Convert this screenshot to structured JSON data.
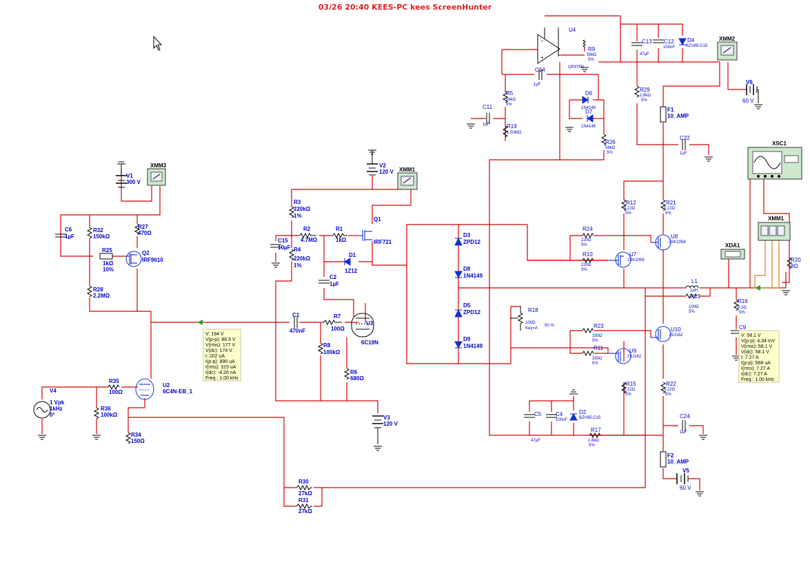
{
  "header": "03/26  20:40  KEES-PC  kees  ScreenHunter",
  "components": {
    "V1": {
      "ref": "V1",
      "value": "300 V"
    },
    "V2": {
      "ref": "V2",
      "value": "120 V"
    },
    "V3": {
      "ref": "V3",
      "value": "120 V"
    },
    "V4": {
      "ref": "V4",
      "l1": "1 Vpk",
      "l2": "1kHz",
      "l3": "0°"
    },
    "V5": {
      "ref": "V5",
      "value": "60 V"
    },
    "V6": {
      "ref": "V6",
      "value": "60 V"
    },
    "C6": {
      "ref": "C6",
      "value": "1µF"
    },
    "C15": {
      "ref": "C15",
      "value": "10µF"
    },
    "C1": {
      "ref": "C1",
      "value": "470nF"
    },
    "C2": {
      "ref": "C2",
      "value": "1µF"
    },
    "C11": {
      "ref": "C11",
      "value": "1µF"
    },
    "C14": {
      "ref": "C14",
      "value": "1µF"
    },
    "C13": {
      "ref": "C13",
      "value": "47µF"
    },
    "C12": {
      "ref": "C12",
      "value": "100nF"
    },
    "C22": {
      "ref": "C22",
      "value": "1µF"
    },
    "C5": {
      "ref": "C5",
      "value": "47µF"
    },
    "C4": {
      "ref": "C4",
      "value": "100nF"
    },
    "C24": {
      "ref": "C24",
      "value": "1µF"
    },
    "C9": {
      "ref": "C9",
      "value": ""
    },
    "R32": {
      "ref": "R32",
      "value": "150kΩ"
    },
    "R27": {
      "ref": "R27",
      "value": "470Ω"
    },
    "R25": {
      "ref": "R25",
      "value": "1kΩ",
      "tol": "10%"
    },
    "R28": {
      "ref": "R28",
      "value": "2.2MΩ"
    },
    "R35": {
      "ref": "R35",
      "value": "100Ω"
    },
    "R36": {
      "ref": "R36",
      "value": "100kΩ"
    },
    "R34": {
      "ref": "R34",
      "value": "150Ω"
    },
    "R30": {
      "ref": "R30",
      "value": "27kΩ"
    },
    "R31": {
      "ref": "R31",
      "value": "27kΩ"
    },
    "R3": {
      "ref": "R3",
      "value": "220kΩ",
      "tol": "1%"
    },
    "R4": {
      "ref": "R4",
      "value": "220kΩ",
      "tol": "1%"
    },
    "R2": {
      "ref": "R2",
      "value": "4.7MΩ"
    },
    "R1": {
      "ref": "R1",
      "value": "1kΩ"
    },
    "R7": {
      "ref": "R7",
      "value": "100Ω"
    },
    "R8": {
      "ref": "R8",
      "value": "100kΩ"
    },
    "R6": {
      "ref": "R6",
      "value": "680Ω"
    },
    "R5": {
      "ref": "R5",
      "value": "56kΩ",
      "tol": "5%"
    },
    "R19": {
      "ref": "R19",
      "value": "1.00MΩ"
    },
    "R9": {
      "ref": "R9",
      "value": "56kΩ",
      "tol": "5%"
    },
    "R29": {
      "ref": "R29",
      "value": "1.8kΩ",
      "tol": "5%"
    },
    "R26": {
      "ref": "R26",
      "value": "56kΩ",
      "tol": "5%"
    },
    "R12": {
      "ref": "R12",
      "value": "0.22Ω",
      "tol": "5%"
    },
    "R21": {
      "ref": "R21",
      "value": "0.22Ω",
      "tol": "5%"
    },
    "R24": {
      "ref": "R24",
      "value": "220Ω",
      "tol": "5%"
    },
    "R10": {
      "ref": "R10",
      "value": "220Ω",
      "tol": "5%"
    },
    "R13": {
      "ref": "R13",
      "value": "100Ω",
      "tol": "5%"
    },
    "R18": {
      "ref": "R18",
      "value": "100Ω",
      "key": "Key=A",
      "pct": "50 %"
    },
    "R23": {
      "ref": "R23",
      "value": "330Ω",
      "tol": "5%"
    },
    "R11": {
      "ref": "R11",
      "value": "330Ω",
      "tol": "5%"
    },
    "R15": {
      "ref": "R15",
      "value": "0.22Ω",
      "tol": "5%"
    },
    "R22": {
      "ref": "R22",
      "value": "0.22Ω",
      "tol": "5%"
    },
    "R17": {
      "ref": "R17",
      "value": "1.8kΩ",
      "tol": "5%"
    },
    "R16": {
      "ref": "R16",
      "value": "8.2Ω",
      "tol": "5%"
    },
    "R20": {
      "ref": "R20",
      "value": "8Ω"
    },
    "L1": {
      "ref": "L1",
      "value": "1µH"
    },
    "F1": {
      "ref": "F1",
      "value": "10_AMP"
    },
    "F2": {
      "ref": "F2",
      "value": "10_AMP"
    },
    "D1": {
      "ref": "D1",
      "value": "1Z12"
    },
    "D2": {
      "ref": "D2",
      "value": "BZV85-C15"
    },
    "D3": {
      "ref": "D3",
      "value": "ZPD12"
    },
    "D4": {
      "ref": "D4",
      "value": "BZV85-C15"
    },
    "D5": {
      "ref": "D5",
      "value": "ZPD12"
    },
    "D6": {
      "ref": "D6",
      "value": "1N4148"
    },
    "D7": {
      "ref": "D7",
      "value": "1N4148"
    },
    "D8": {
      "ref": "D8",
      "value": "1N4149"
    },
    "D9": {
      "ref": "D9",
      "value": "1N4149"
    },
    "Q1": {
      "ref": "Q1",
      "value": "IRF721"
    },
    "Q2": {
      "ref": "Q2",
      "value": "IRF9610"
    },
    "U2": {
      "ref": "U2",
      "value": "6C4N-EB_1"
    },
    "U3": {
      "ref": "U3",
      "value": "6C19N"
    },
    "U4": {
      "ref": "U4",
      "value": "OP97FP"
    },
    "U7": {
      "ref": "U7",
      "value": "2SK1058"
    },
    "U8": {
      "ref": "U8",
      "value": "2SK1058"
    },
    "U9": {
      "ref": "U9",
      "value": "2SJ162"
    },
    "U10": {
      "ref": "U10",
      "value": "2SJ162"
    }
  },
  "instruments": {
    "XMM1": "XMM1",
    "XMM2": "XMM2",
    "XMM3": "XMM3",
    "XSC1": "XSC1",
    "XDA1": "XDA1"
  },
  "probe1": {
    "lines": [
      "V: 194 V",
      "V(p-p): 88.9 V",
      "V(rms): 177 V",
      "V(dc): 174 V",
      "I: 202 uA",
      "I(p-p): 890 uA",
      "I(rms): 315 uA",
      "I(dc): -4.26 nA",
      "Freq.: 1.00 kHz"
    ]
  },
  "probe2": {
    "lines": [
      "V: 58.1 V",
      "V(p-p): 4.34 mV",
      "V(rms): 58.1 V",
      "V(dc): 58.1 V",
      "I: 7.27 A",
      "I(p-p): 568 uA",
      "I(rms): 7.27 A",
      "I(dc): 7.27 A",
      "Freq.: 1.00 kHz"
    ]
  },
  "colors": {
    "wire": "#d40000",
    "component": "#1030d0",
    "label": "#0000cc",
    "probe_bg": "#ffffcc",
    "instrument_bg": "#cde8cd"
  }
}
